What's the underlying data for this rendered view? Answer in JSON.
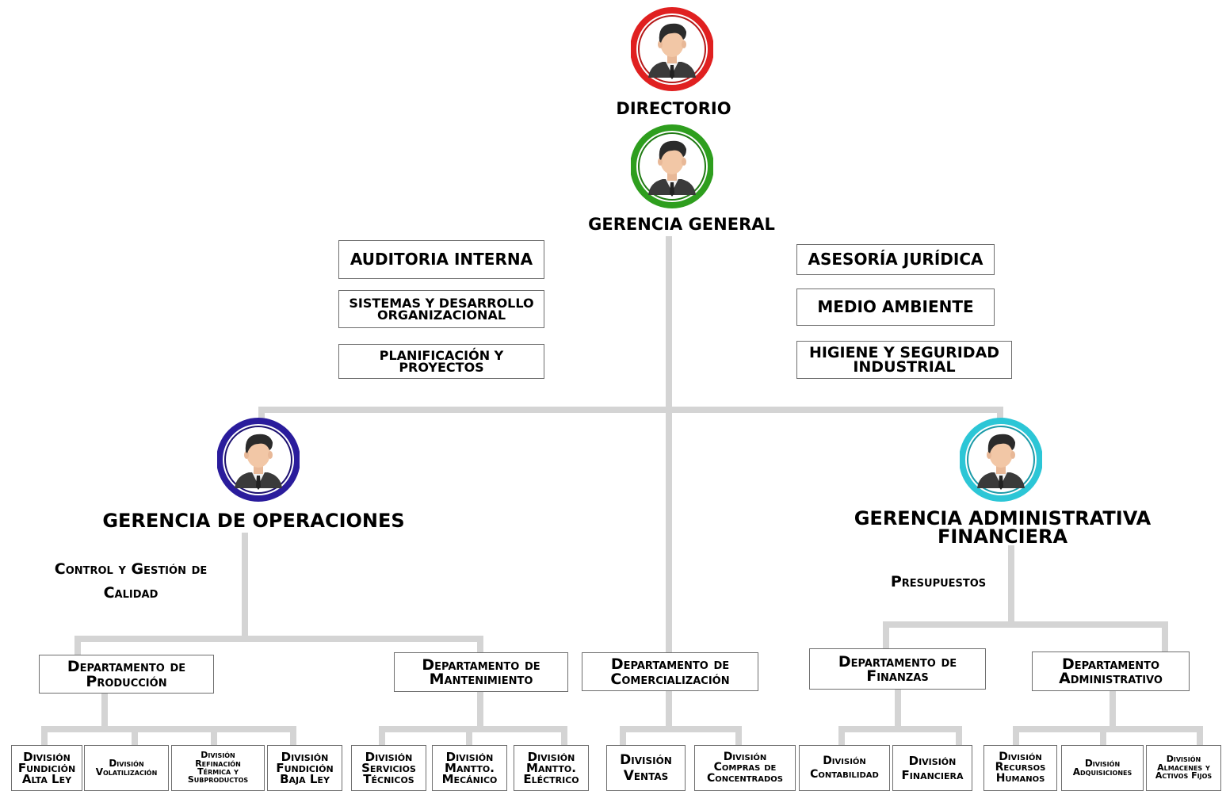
{
  "colors": {
    "connector": "#d4d4d4",
    "directorio": "#e02020",
    "gerencia_general": "#2e9e1e",
    "operaciones": "#2a1c9c",
    "administrativa": "#2cc6d6",
    "box_border": "#6e6e6e"
  },
  "people": {
    "directorio": {
      "title": "DIRECTORIO",
      "icon": "person-avatar-icon"
    },
    "gerencia_general": {
      "title": "GERENCIA GENERAL",
      "icon": "person-avatar-icon"
    },
    "operaciones": {
      "title": "GERENCIA DE OPERACIONES",
      "icon": "person-avatar-icon"
    },
    "administrativa": {
      "title": "GERENCIA ADMINISTRATIVA\nFINANCIERA",
      "icon": "person-avatar-icon"
    }
  },
  "staff_left": [
    "AUDITORIA INTERNA",
    "SISTEMAS Y DESARROLLO\nORGANIZACIONAL",
    "PLANIFICACIÓN Y\nPROYECTOS"
  ],
  "staff_right": [
    "ASESORÍA JURÍDICA",
    "MEDIO AMBIENTE",
    "HIGIENE Y SEGURIDAD\nINDUSTRIAL"
  ],
  "labels": {
    "control_calidad": "Control y Gestión de\nCalidad",
    "presupuestos": "Presupuestos"
  },
  "departments": {
    "produccion": "Departamento de\nProducción",
    "mantenimiento": "Departamento de\nMantenimiento",
    "comercializacion": "Departamento de\nComercialización",
    "finanzas": "Departamento de\nFinanzas",
    "administrativo": "Departamento\nAdministrativo"
  },
  "divisions": {
    "produccion": [
      "División\nFundición\nAlta Ley",
      "División\nVolatilización",
      "División\nRefinación\nTérmica y\nSubproductos",
      "División\nFundición\nBaja Ley"
    ],
    "mantenimiento": [
      "División\nServicios\nTécnicos",
      "División\nMantto.\nMecánico",
      "División\nMantto.\nEléctrico"
    ],
    "comercializacion": [
      "División\nVentas",
      "División\nCompras de\nConcentrados"
    ],
    "finanzas": [
      "División\nContabilidad",
      "División\nFinanciera"
    ],
    "administrativo": [
      "División\nRecursos\nHumanos",
      "División\nAdquisiciones",
      "División\nAlmacenes y\nActivos Fijos"
    ]
  }
}
